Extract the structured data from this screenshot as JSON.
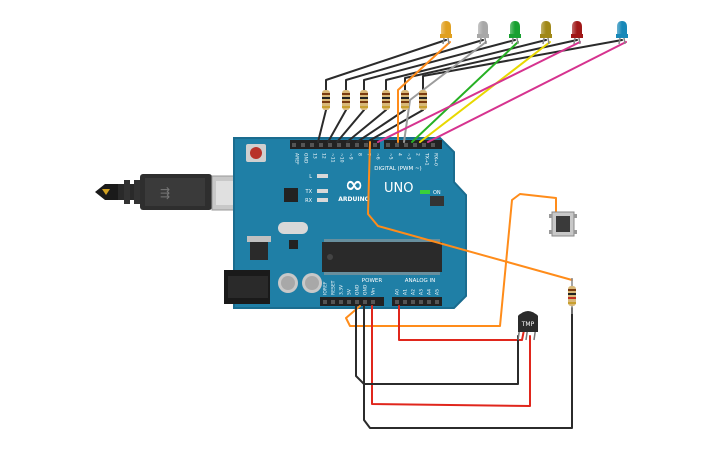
{
  "board": {
    "brand": "ARDUINO",
    "model": "UNO",
    "logo_symbol": "∞",
    "digital_header": "DIGITAL (PWM ~)",
    "power_header": "POWER",
    "analog_header": "ANALOG IN",
    "led_l": "L",
    "led_tx": "TX",
    "led_rx": "RX",
    "led_on": "ON",
    "pins_digital": [
      "AREF",
      "GND",
      "13",
      "12",
      "~11",
      "~10",
      "~9",
      "8",
      "7",
      "~6",
      "~5",
      "4",
      "~3",
      "2",
      "TX→1",
      "RX←0"
    ],
    "pins_power": [
      "IOREF",
      "RESET",
      "3.3V",
      "5V",
      "GND",
      "GND",
      "Vin"
    ],
    "pins_analog": [
      "A0",
      "A1",
      "A2",
      "A3",
      "A4",
      "A5"
    ]
  },
  "sensor": {
    "label": "TMP"
  },
  "leds": [
    {
      "color": "#e0a020"
    },
    {
      "color": "#a8a8a8"
    },
    {
      "color": "#18a030"
    },
    {
      "color": "#a08818"
    },
    {
      "color": "#a01818"
    },
    {
      "color": "#1888b8"
    }
  ],
  "wire_colors": {
    "black": "#2b2b2b",
    "orange": "#ff8c1a",
    "grey": "#9b9b9b",
    "green": "#27b024",
    "yellow": "#e8d800",
    "magenta": "#d6338f",
    "red": "#e0261c"
  }
}
